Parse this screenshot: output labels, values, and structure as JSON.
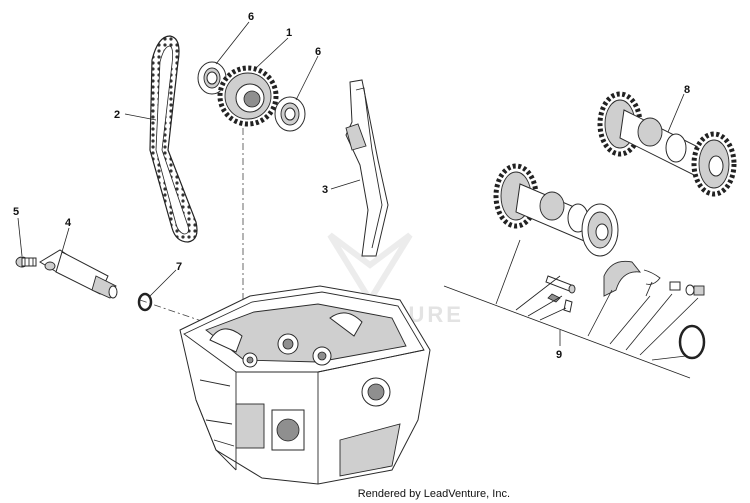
{
  "callouts": {
    "p1": "1",
    "p2": "2",
    "p3": "3",
    "p4": "4",
    "p5": "5",
    "p6a": "6",
    "p6b": "6",
    "p7": "7",
    "p8": "8",
    "p9": "9"
  },
  "watermark": "ADVENTURE",
  "footer": "Rendered by LeadVenture, Inc."
}
